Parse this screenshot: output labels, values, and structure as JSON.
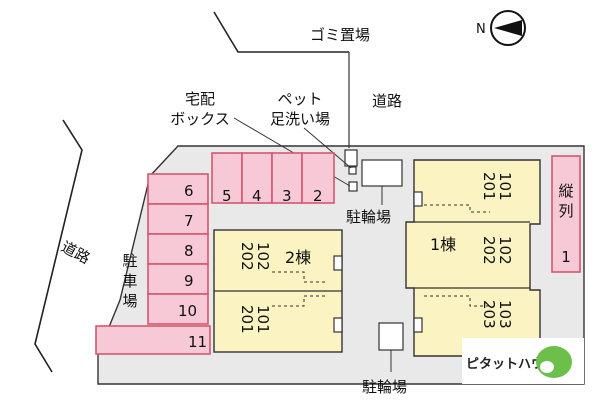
{
  "labels": {
    "garbage": "ゴミ置場",
    "road_top": "道路",
    "road_left": "道路",
    "delivery_box": "宅配\nボックス",
    "pet_wash": "ペット\n足洗い場",
    "bicycle_top": "駐輪場",
    "bicycle_bottom": "駐輪場",
    "parking": "駐\n車\n場",
    "building1": "1棟",
    "building2": "2棟",
    "vertical_label": "縦\n列",
    "vertical_num": "1"
  },
  "parking_top": [
    "5",
    "4",
    "3",
    "2"
  ],
  "parking_left": [
    "6",
    "7",
    "8",
    "9",
    "10",
    "11"
  ],
  "building2_units": {
    "upper": [
      "202",
      "102"
    ],
    "lower": [
      "201",
      "101"
    ]
  },
  "building1_units": {
    "upper": [
      "201",
      "101"
    ],
    "middle": [
      "202",
      "102"
    ],
    "lower": [
      "203",
      "103"
    ]
  },
  "logo_text": "ピタットハウス",
  "colors": {
    "parking": "#f7c9d6",
    "building": "#fbf3c2",
    "site": "#e9e9e9",
    "logo_green": "#6cc04a"
  }
}
